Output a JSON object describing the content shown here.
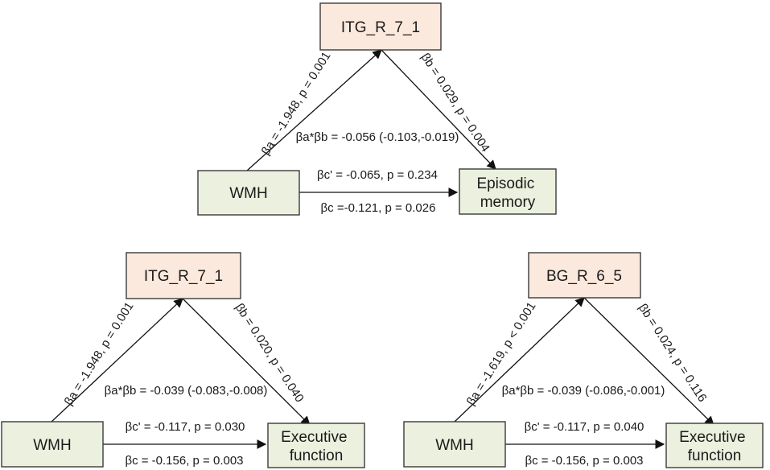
{
  "colors": {
    "mediator_fill": "#fce9dd",
    "variable_fill": "#ebf1de",
    "border": "#3a3a3a",
    "arrow": "#111111"
  },
  "models": [
    {
      "mediator": "ITG_R_7_1",
      "predictor": "WMH",
      "outcome": [
        "Episodic",
        "memory"
      ],
      "path_a": "βa = -1.948, p = 0.001",
      "path_b": "βb = 0.029, p = 0.004",
      "indirect": "βa*βb = -0.056 (-0.103,-0.019)",
      "direct": "βc' = -0.065, p = 0.234",
      "total": "βc =-0.121, p = 0.026"
    },
    {
      "mediator": "ITG_R_7_1",
      "predictor": "WMH",
      "outcome": [
        "Executive",
        "function"
      ],
      "path_a": "βa = -1.948, p = 0.001",
      "path_b": "βb = 0.020, p = 0.040",
      "indirect": "βa*βb = -0.039 (-0.083,-0.008)",
      "direct": "βc' = -0.117, p = 0.030",
      "total": "βc = -0.156, p = 0.003"
    },
    {
      "mediator": "BG_R_6_5",
      "predictor": "WMH",
      "outcome": [
        "Executive",
        "function"
      ],
      "path_a": "βa = -1.619, p < 0.001",
      "path_b": "βb = 0.024, p = 0.116",
      "indirect": "βa*βb = -0.039 (-0.086,-0.001)",
      "direct": "βc' = -0.117, p = 0.040",
      "total": "βc = -0.156, p = 0.003"
    }
  ]
}
